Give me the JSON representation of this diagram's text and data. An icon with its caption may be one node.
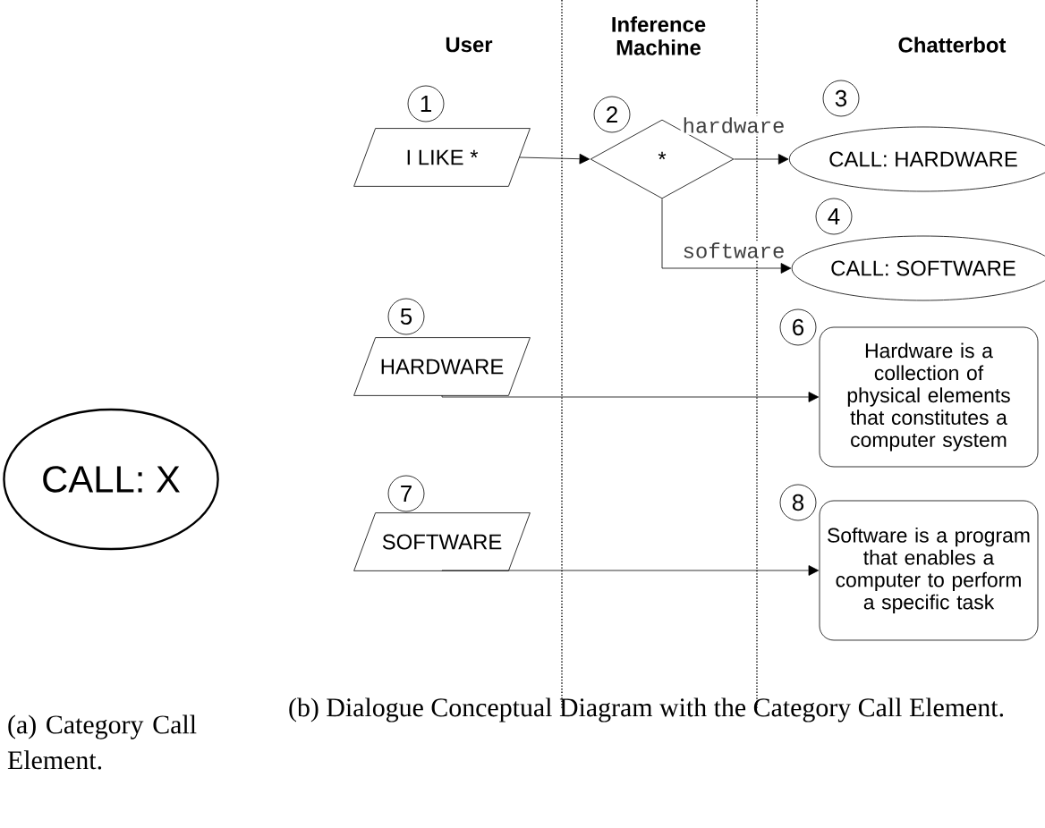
{
  "diagram": {
    "nodes": [
      {
        "text": [
          "CALL: X"
        ]
      },
      {
        "text": [
          "I LIKE *"
        ],
        "beside": [
          "1"
        ]
      },
      {
        "text": [
          "*"
        ],
        "beside": [
          "2"
        ]
      },
      {
        "text": [
          "CALL: HARDWARE"
        ],
        "beside": [
          "3"
        ]
      },
      {
        "text": [
          "CALL: SOFTWARE"
        ],
        "beside": [
          "4"
        ]
      },
      {
        "text": [
          "HARDWARE"
        ],
        "beside": [
          "5"
        ]
      },
      {
        "text": [
          "Hardware is a collection of physical elements that constitutes a computer system"
        ],
        "beside": [
          "6"
        ]
      },
      {
        "text": [
          "SOFTWARE"
        ],
        "beside": [
          "7"
        ]
      },
      {
        "text": [
          "Software is a program that enables a computer to perform a specific task"
        ],
        "beside": [
          "8"
        ]
      }
    ],
    "edges": [
      {
        "from": 1,
        "to": 2,
        "arrow": "to"
      },
      {
        "from": 2,
        "to": 3,
        "arrow": "to",
        "label": "hardware"
      },
      {
        "from": 2,
        "to": 4,
        "arrow": "to",
        "label": "software"
      },
      {
        "from": 5,
        "to": 6,
        "arrow": "to"
      },
      {
        "from": 7,
        "to": 8,
        "arrow": "to"
      }
    ],
    "labels": [
      "User",
      "Inference Machine",
      "Chatterbot",
      "(a) Category Call Element.",
      "(b) Dialogue Conceptual Diagram with the Category Call Element."
    ]
  }
}
